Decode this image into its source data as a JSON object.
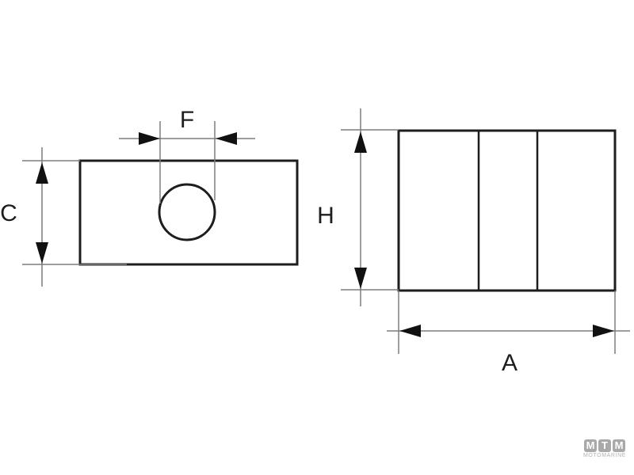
{
  "image": {
    "background": "#ffffff",
    "description": "Technical dimension drawing with two orthographic views of a rectangular block with a round hole"
  },
  "diagram": {
    "type": "technical-drawing",
    "line_color": "#1d1d1d",
    "dimension_color": "#7d7d7d",
    "arrow_color": "#111111",
    "front_view": {
      "labels": {
        "hole_width": "F",
        "height": "C"
      }
    },
    "side_view": {
      "labels": {
        "height": "H",
        "width": "A"
      }
    }
  },
  "logo": {
    "letters": [
      "M",
      "T",
      "M"
    ],
    "name": "MOTOMARINE",
    "tile_color": "#a9a9a9",
    "text_color": "#b3b3b3"
  }
}
